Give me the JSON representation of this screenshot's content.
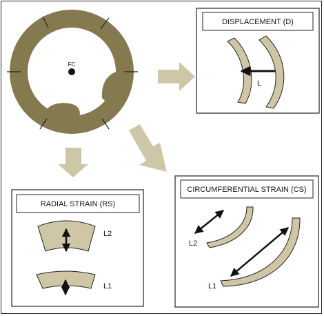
{
  "center_label": "FC",
  "panels": {
    "displacement": {
      "title": "DISPLACEMENT (D)",
      "label": "L"
    },
    "radial": {
      "title": "RADIAL STRAIN (RS)",
      "label_top": "L2",
      "label_bottom": "L1"
    },
    "circumferential": {
      "title": "CIRCUMFERENTIAL STRAIN (CS)",
      "label_top": "L2",
      "label_bottom": "L1"
    }
  },
  "colors": {
    "ring": "#857a4f",
    "segment_fill": "#cfc6a5",
    "arrow_fill": "#cec7a7",
    "outline": "#222222"
  }
}
